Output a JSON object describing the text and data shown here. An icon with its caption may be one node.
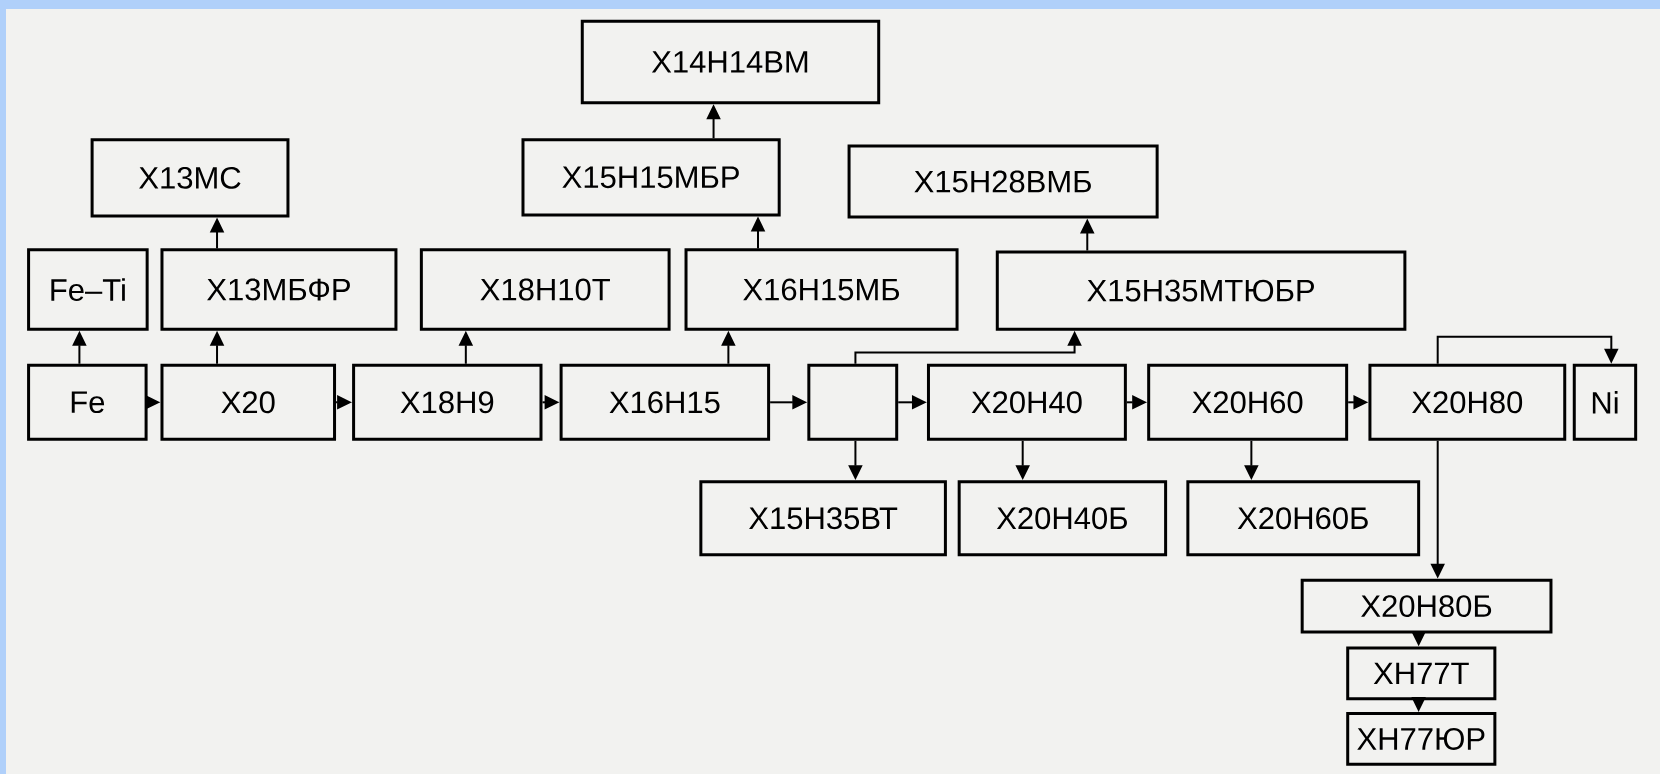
{
  "diagram": {
    "nodes": [
      {
        "text": [
          "Х14Н14ВМ"
        ]
      },
      {
        "text": [
          "Х13МС"
        ]
      },
      {
        "text": [
          "Х15Н15МБР"
        ]
      },
      {
        "text": [
          "Х15Н28ВМБ"
        ]
      },
      {
        "text": [
          "Fe–Ti"
        ]
      },
      {
        "text": [
          "Х13МБФР"
        ]
      },
      {
        "text": [
          "Х18Н10Т"
        ]
      },
      {
        "text": [
          "Х16Н15МБ"
        ]
      },
      {
        "text": [
          "Х15Н35МТЮБР"
        ]
      },
      {
        "text": [
          "Fe"
        ]
      },
      {
        "text": [
          "Х20"
        ]
      },
      {
        "text": [
          "Х18Н9"
        ]
      },
      {
        "text": [
          "Х16Н15"
        ]
      },
      {
        "text": [],
        "shape": "box"
      },
      {
        "text": [
          "Х20Н40"
        ]
      },
      {
        "text": [
          "Х20Н60"
        ]
      },
      {
        "text": [
          "Х20Н80"
        ]
      },
      {
        "text": [
          "Ni"
        ]
      },
      {
        "text": [
          "Х15Н35ВТ"
        ]
      },
      {
        "text": [
          "Х20Н40Б"
        ]
      },
      {
        "text": [
          "Х20Н60Б"
        ]
      },
      {
        "text": [
          "Х20Н80Б"
        ]
      },
      {
        "text": [
          "ХН77Т"
        ]
      },
      {
        "text": [
          "ХН77ЮР"
        ]
      }
    ],
    "edges": [
      {
        "from": 9,
        "to": 4,
        "arrow": "to"
      },
      {
        "from": 9,
        "to": 10,
        "arrow": "to"
      },
      {
        "from": 10,
        "to": 5,
        "arrow": "to"
      },
      {
        "from": 5,
        "to": 1,
        "arrow": "to"
      },
      {
        "from": 10,
        "to": 11,
        "arrow": "to"
      },
      {
        "from": 11,
        "to": 6,
        "arrow": "to"
      },
      {
        "from": 11,
        "to": 12,
        "arrow": "to"
      },
      {
        "from": 12,
        "to": 7,
        "arrow": "to"
      },
      {
        "from": 7,
        "to": 2,
        "arrow": "to"
      },
      {
        "from": 2,
        "to": 0,
        "arrow": "to"
      },
      {
        "from": 12,
        "to": 13,
        "arrow": "to"
      },
      {
        "from": 13,
        "to": 8,
        "arrow": "to"
      },
      {
        "from": 8,
        "to": 3,
        "arrow": "to"
      },
      {
        "from": 13,
        "to": 18,
        "arrow": "to"
      },
      {
        "from": 13,
        "to": 14,
        "arrow": "to"
      },
      {
        "from": 14,
        "to": 19,
        "arrow": "to"
      },
      {
        "from": 14,
        "to": 15,
        "arrow": "to"
      },
      {
        "from": 15,
        "to": 20,
        "arrow": "to"
      },
      {
        "from": 15,
        "to": 16,
        "arrow": "to"
      },
      {
        "from": 16,
        "to": 17,
        "arrow": "to"
      },
      {
        "from": 16,
        "to": 21,
        "arrow": "to"
      },
      {
        "from": 21,
        "to": 22,
        "arrow": "to"
      },
      {
        "from": 22,
        "to": 23,
        "arrow": "to"
      }
    ]
  }
}
